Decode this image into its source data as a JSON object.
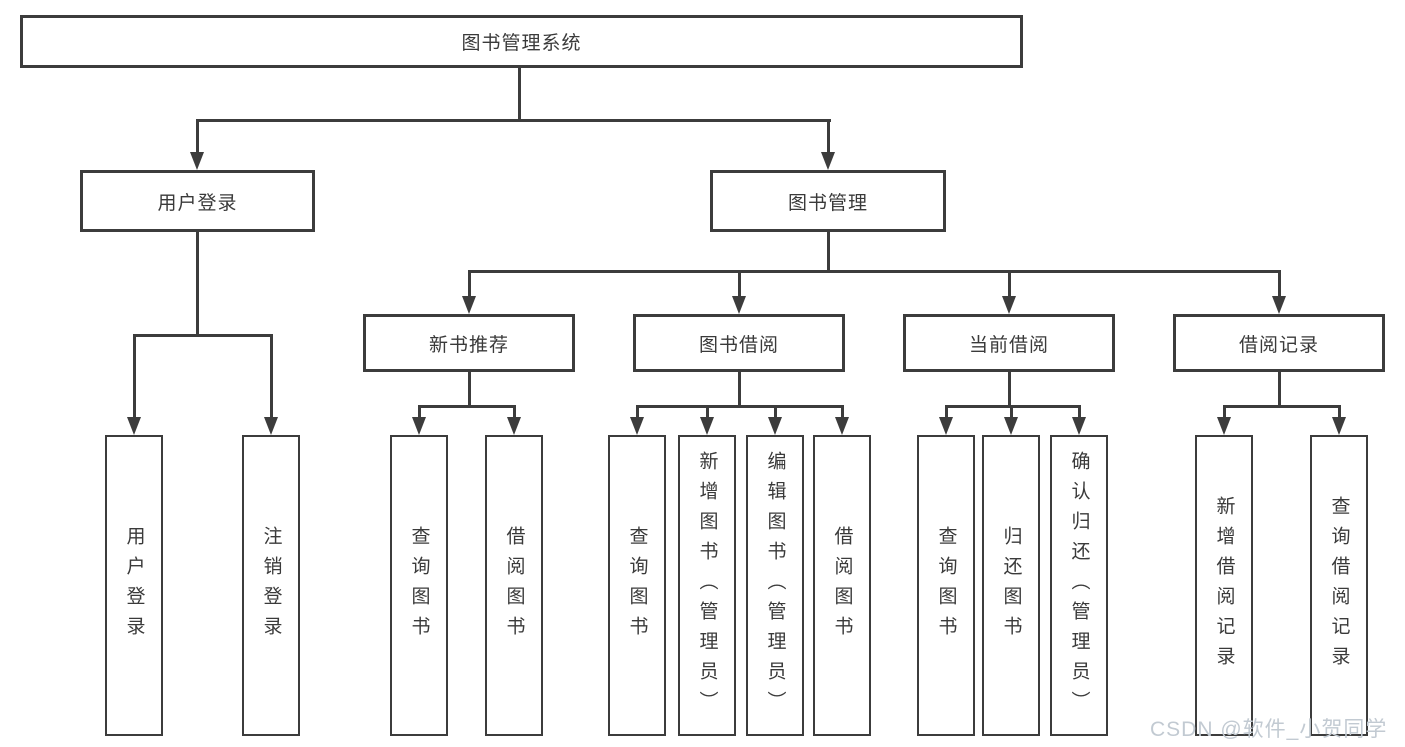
{
  "nodes": {
    "root": "图书管理系统",
    "level2": [
      "用户登录",
      "图书管理"
    ],
    "level3": [
      "新书推荐",
      "图书借阅",
      "当前借阅",
      "借阅记录"
    ],
    "leaves_user_login": [
      "用户登录",
      "注销登录"
    ],
    "leaves_new_book": [
      "查询图书",
      "借阅图书"
    ],
    "leaves_book_borrow": [
      "查询图书",
      "新增图书（管理员）",
      "编辑图书（管理员）",
      "借阅图书"
    ],
    "leaves_current_borrow": [
      "查询图书",
      "归还图书",
      "确认归还（管理员）"
    ],
    "leaves_borrow_record": [
      "新增借阅记录",
      "查询借阅记录"
    ]
  },
  "watermark": {
    "text": "CSDN @软件_小贺同学"
  },
  "colors": {
    "line": "#3c3c3c",
    "text": "#3a3a3a",
    "watermark": "#c2cad2",
    "background": "#ffffff"
  }
}
